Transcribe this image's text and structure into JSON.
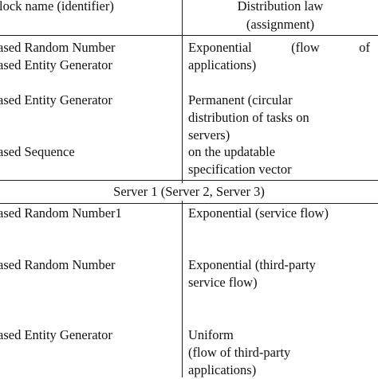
{
  "header": {
    "col1": "lock name (identifier)",
    "col2_line1": "Distribution law",
    "col2_line2": "(assignment)"
  },
  "rows": [
    {
      "c1": [
        "ased Random Number",
        "ased Entity Generator"
      ],
      "c2_justified": [
        "Exponential",
        "(flow",
        "of"
      ],
      "c2": [
        "applications)"
      ]
    },
    {
      "c1": [
        "ased Entity Generator"
      ],
      "c2": [
        "Permanent (circular",
        "distribution of tasks on",
        "servers)"
      ]
    },
    {
      "c1": [
        "ased Sequence"
      ],
      "c2": [
        "on the updatable",
        "specification vector"
      ]
    }
  ],
  "section": {
    "title": "Server 1 (Server 2, Server 3)"
  },
  "rows2": [
    {
      "c1": [
        "ased Random Number1"
      ],
      "c2": [
        "Exponential (service flow)"
      ]
    },
    {
      "c1": [
        "ased Random Number"
      ],
      "c2": [
        "Exponential (third-party",
        "service flow)"
      ]
    },
    {
      "c1": [
        "ased Entity Generator"
      ],
      "c2": [
        "Uniform",
        "(flow of third-party",
        "applications)"
      ]
    }
  ]
}
